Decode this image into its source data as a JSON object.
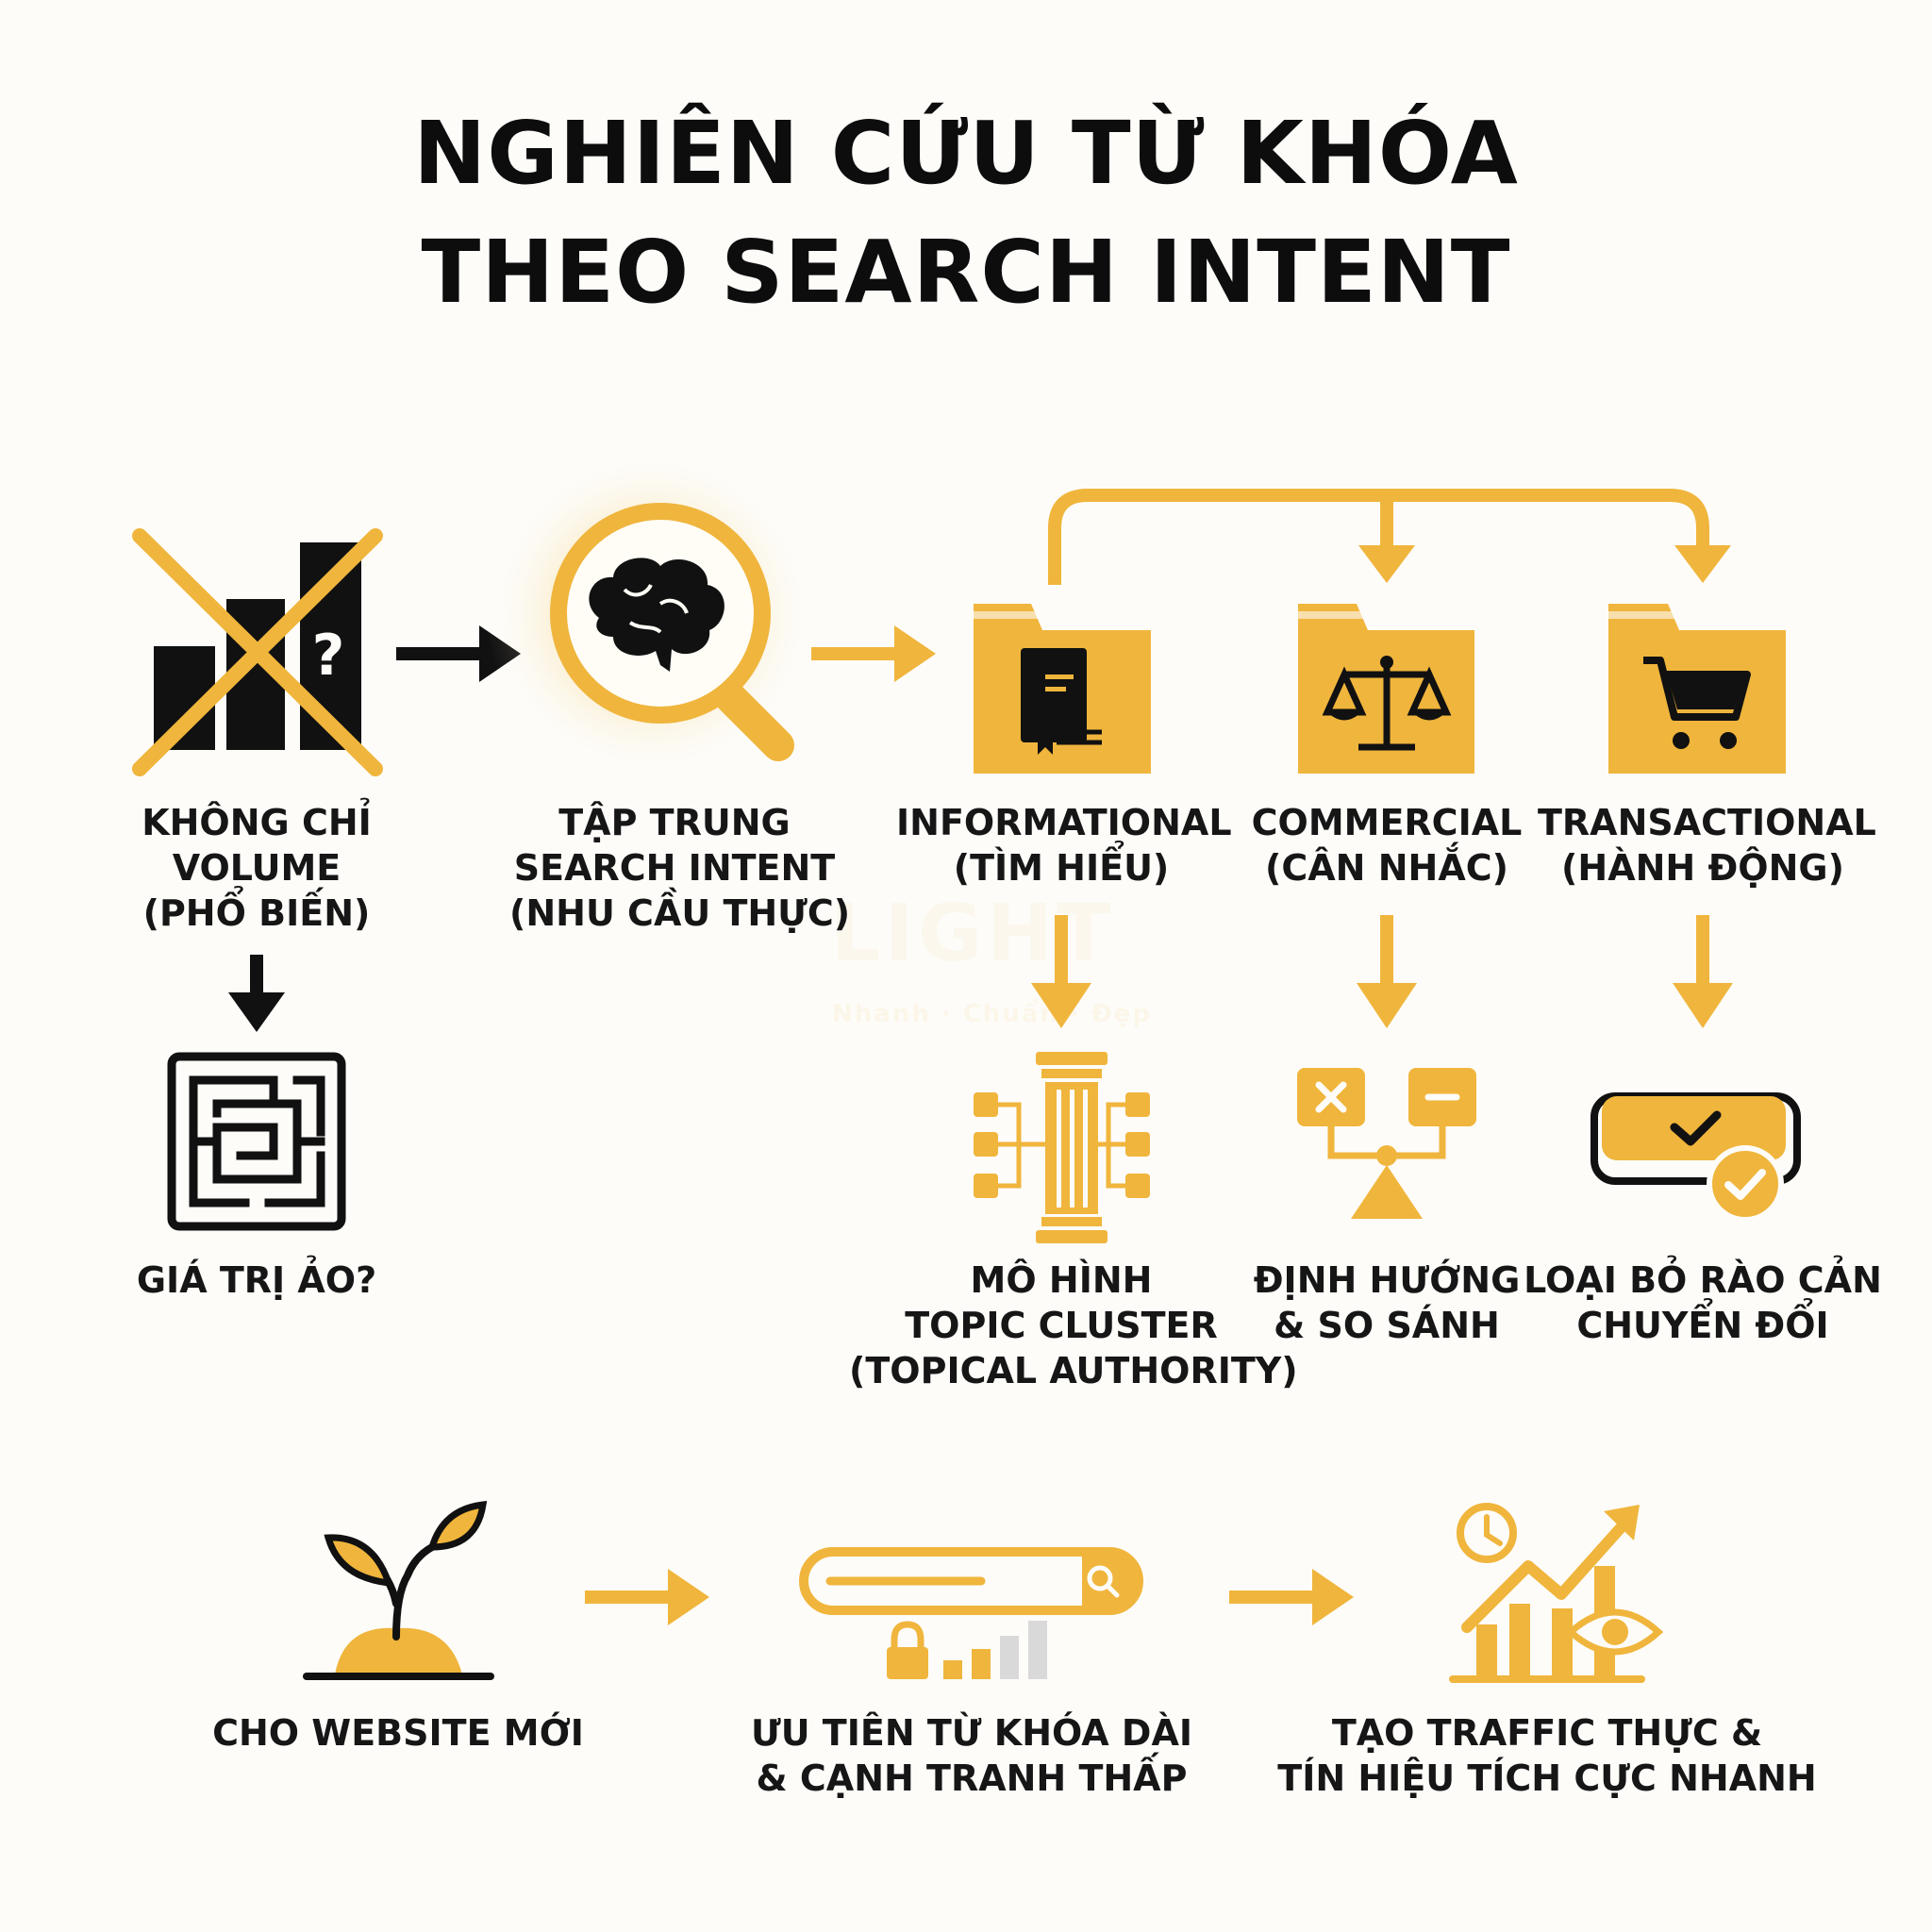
{
  "title": {
    "line1": "NGHIÊN CỨU TỪ KHÓA",
    "line2": "THEO SEARCH INTENT"
  },
  "colors": {
    "accent": "#f0b53c",
    "dark": "#111111",
    "background": "#fdfcf9"
  },
  "watermark": {
    "text": "LIGHT",
    "sub": "Nhanh · Chuẩn · Đẹp"
  },
  "left": {
    "volume": {
      "lines": [
        "KHÔNG CHỈ",
        "VOLUME",
        "(PHỔ BIẾN)"
      ],
      "icon": "crossed-bar-chart-icon"
    },
    "fake": {
      "lines": [
        "GIÁ TRỊ ẢO?"
      ],
      "icon": "maze-icon"
    }
  },
  "center": {
    "focus": {
      "lines": [
        "TẬP TRUNG",
        "SEARCH INTENT",
        "(NHU CẦU THỰC)"
      ],
      "icon": "brain-magnifier-icon"
    }
  },
  "intents": [
    {
      "lines": [
        "INFORMATIONAL",
        "(TÌM HIỂU)"
      ],
      "icon": "book-folder-icon",
      "result": [
        "MÔ HÌNH",
        "TOPIC CLUSTER",
        "(TOPICAL AUTHORITY)"
      ],
      "result_icon": "pillar-cluster-icon"
    },
    {
      "lines": [
        "COMMERCIAL",
        "(CÂN NHẮC)"
      ],
      "icon": "scale-folder-icon",
      "result": [
        "ĐỊNH HƯỚNG",
        "& SO SÁNH"
      ],
      "result_icon": "compare-seesaw-icon"
    },
    {
      "lines": [
        "TRANSACTIONAL",
        "(HÀNH ĐỘNG)"
      ],
      "icon": "cart-folder-icon",
      "result": [
        "LOẠI BỎ RÀO CẢN",
        "CHUYỂN ĐỔI"
      ],
      "result_icon": "checkout-check-icon"
    }
  ],
  "bottom": [
    {
      "lines": [
        "CHO WEBSITE MỚI"
      ],
      "icon": "sprout-icon"
    },
    {
      "lines": [
        "ƯU TIÊN TỪ KHÓA DÀI",
        "& CẠNH TRANH THẤP"
      ],
      "icon": "searchbar-lock-icon"
    },
    {
      "lines": [
        "TẠO TRAFFIC THỰC &",
        "TÍN HIỆU TÍCH CỰC NHANH"
      ],
      "icon": "growth-chart-icon"
    }
  ]
}
